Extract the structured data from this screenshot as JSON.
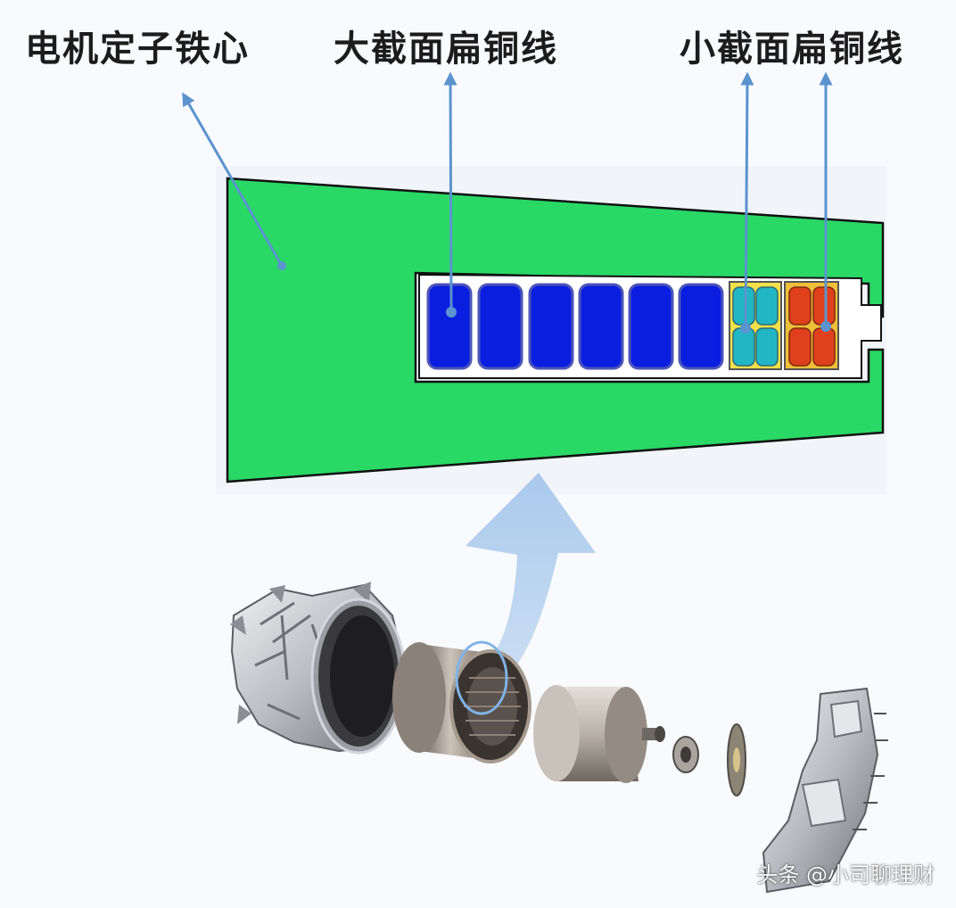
{
  "labels": {
    "stator_core": "电机定子铁心",
    "large_conductor": "大截面扁铜线",
    "small_conductor": "小截面扁铜线"
  },
  "watermark": "头条 @小司聊理财",
  "slot": {
    "large_conductor_count": 6,
    "small_conductor_groups": [
      {
        "color": "#22b6c4",
        "background": "#f2e04a"
      },
      {
        "color": "#e0401c",
        "background": "#f0bf3a"
      }
    ]
  },
  "colors": {
    "stator_core": "#2ad866",
    "large_conductor": "#0a1ee0",
    "arrow": "#5b93cf",
    "big_arrow": "#a8c8ec"
  }
}
